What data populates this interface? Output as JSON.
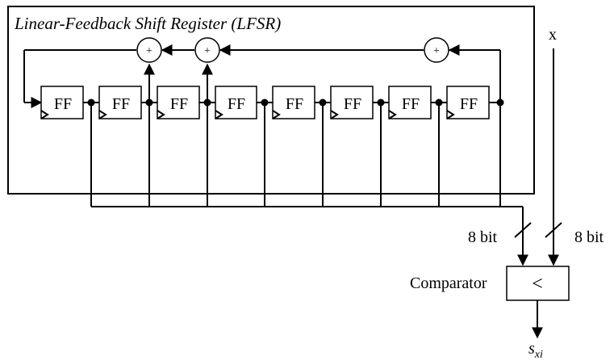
{
  "diagram": {
    "title": "Linear-Feedback Shift Register (LFSR)",
    "flipflops": [
      "FF",
      "FF",
      "FF",
      "FF",
      "FF",
      "FF",
      "FF",
      "FF"
    ],
    "xor_symbol": "+",
    "input_label": "x",
    "bus_width_left": "8 bit",
    "bus_width_right": "8 bit",
    "comparator_label": "Comparator",
    "comparator_symbol": "<",
    "output_main": "s",
    "output_sub": "xi"
  }
}
